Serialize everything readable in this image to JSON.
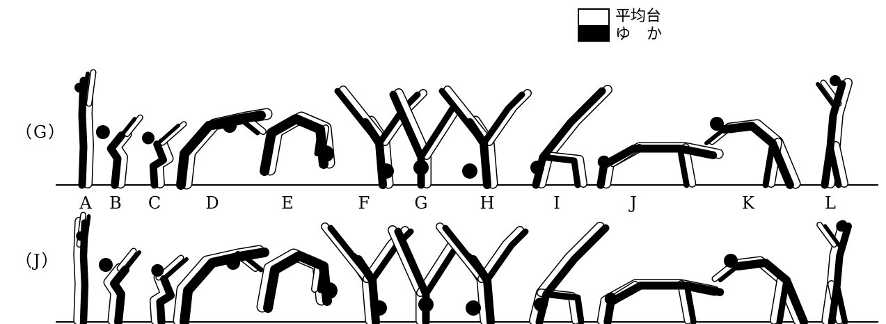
{
  "legend": {
    "items": [
      {
        "label": "平均台",
        "fill": "#ffffff"
      },
      {
        "label": "ゆ か",
        "fill": "#000000"
      }
    ]
  },
  "rows": [
    {
      "label": "（G）"
    },
    {
      "label": "（J）"
    }
  ],
  "phase_labels": [
    "A",
    "B",
    "C",
    "D",
    "E",
    "F",
    "G",
    "H",
    "I",
    "J",
    "K",
    "L"
  ],
  "colors": {
    "floor_figure": "#000000",
    "beam_figure": "#ffffff",
    "outline": "#000000"
  }
}
